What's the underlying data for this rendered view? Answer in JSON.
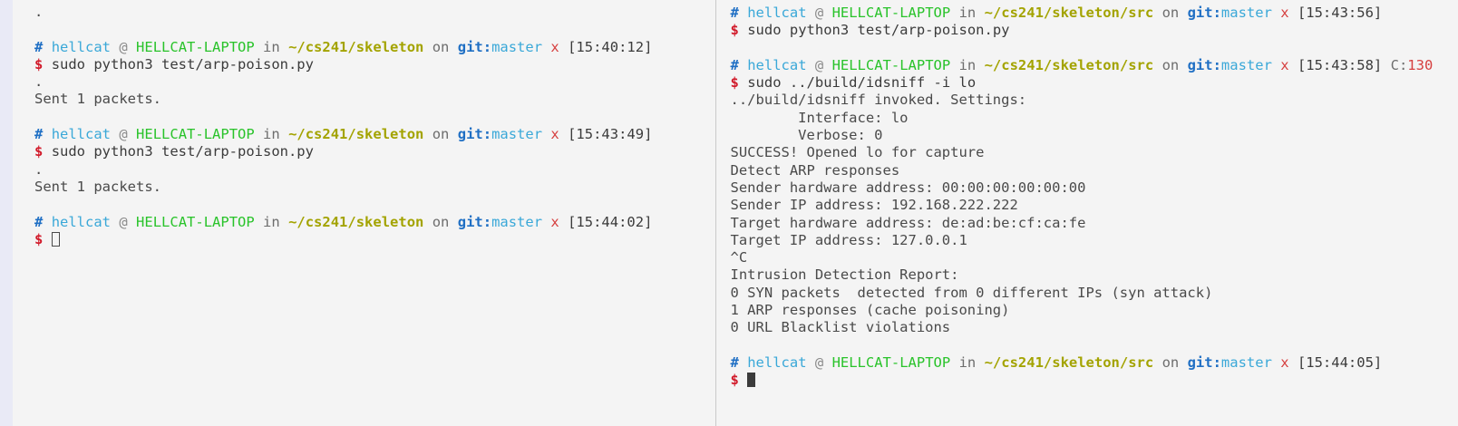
{
  "theme": {
    "background": "#f4f4f4",
    "edge_strip": "#e9eaf6",
    "divider": "#c9c9c9",
    "foreground": "#3b3b3b",
    "user_color": "#3aa8d8",
    "host_color": "#29c32a",
    "path_color": "#a3a300",
    "git_color": "#1f6fc4",
    "branch_color": "#3aa8d8",
    "dirty_color": "#d64040",
    "dollar_color": "#d11a2a",
    "exit_code_color": "#d64040"
  },
  "prompt_parts": {
    "hash": "#",
    "user": "hellcat",
    "at": "@",
    "host": "HELLCAT-LAPTOP",
    "in": "in",
    "on": "on",
    "git": "git:",
    "branch": "master",
    "dirty": "x",
    "dollar": "$",
    "code_key": "C:"
  },
  "left_pane": {
    "name": "left-terminal-pane",
    "active": false,
    "cursor": "hollow-block",
    "lines": [
      {
        "type": "output",
        "text": "."
      },
      {
        "type": "blank",
        "text": ""
      },
      {
        "type": "prompt",
        "path": "~/cs241/skeleton",
        "time": "[15:40:12]",
        "code": ""
      },
      {
        "type": "command",
        "text": "sudo python3 test/arp-poison.py"
      },
      {
        "type": "output",
        "text": "."
      },
      {
        "type": "output",
        "text": "Sent 1 packets."
      },
      {
        "type": "blank",
        "text": ""
      },
      {
        "type": "prompt",
        "path": "~/cs241/skeleton",
        "time": "[15:43:49]",
        "code": ""
      },
      {
        "type": "command",
        "text": "sudo python3 test/arp-poison.py"
      },
      {
        "type": "output",
        "text": "."
      },
      {
        "type": "output",
        "text": "Sent 1 packets."
      },
      {
        "type": "blank",
        "text": ""
      },
      {
        "type": "prompt",
        "path": "~/cs241/skeleton",
        "time": "[15:44:02]",
        "code": ""
      },
      {
        "type": "cursor-line",
        "text": ""
      }
    ]
  },
  "right_pane": {
    "name": "right-terminal-pane",
    "active": true,
    "cursor": "filled-block",
    "lines": [
      {
        "type": "prompt",
        "path": "~/cs241/skeleton/src",
        "time": "[15:43:56]",
        "code": ""
      },
      {
        "type": "command",
        "text": "sudo python3 test/arp-poison.py"
      },
      {
        "type": "blank",
        "text": ""
      },
      {
        "type": "prompt",
        "path": "~/cs241/skeleton/src",
        "time": "[15:43:58]",
        "code": "130"
      },
      {
        "type": "command",
        "text": "sudo ../build/idsniff -i lo"
      },
      {
        "type": "output",
        "text": "../build/idsniff invoked. Settings:"
      },
      {
        "type": "output",
        "text": "        Interface: lo"
      },
      {
        "type": "output",
        "text": "        Verbose: 0"
      },
      {
        "type": "output",
        "text": "SUCCESS! Opened lo for capture"
      },
      {
        "type": "output",
        "text": "Detect ARP responses"
      },
      {
        "type": "output",
        "text": "Sender hardware address: 00:00:00:00:00:00"
      },
      {
        "type": "output",
        "text": "Sender IP address: 192.168.222.222"
      },
      {
        "type": "output",
        "text": "Target hardware address: de:ad:be:cf:ca:fe"
      },
      {
        "type": "output",
        "text": "Target IP address: 127.0.0.1"
      },
      {
        "type": "output",
        "text": "^C"
      },
      {
        "type": "output",
        "text": "Intrusion Detection Report:"
      },
      {
        "type": "output",
        "text": "0 SYN packets  detected from 0 different IPs (syn attack)"
      },
      {
        "type": "output",
        "text": "1 ARP responses (cache poisoning)"
      },
      {
        "type": "output",
        "text": "0 URL Blacklist violations"
      },
      {
        "type": "blank",
        "text": ""
      },
      {
        "type": "prompt",
        "path": "~/cs241/skeleton/src",
        "time": "[15:44:05]",
        "code": ""
      },
      {
        "type": "cursor-line",
        "text": ""
      }
    ]
  }
}
